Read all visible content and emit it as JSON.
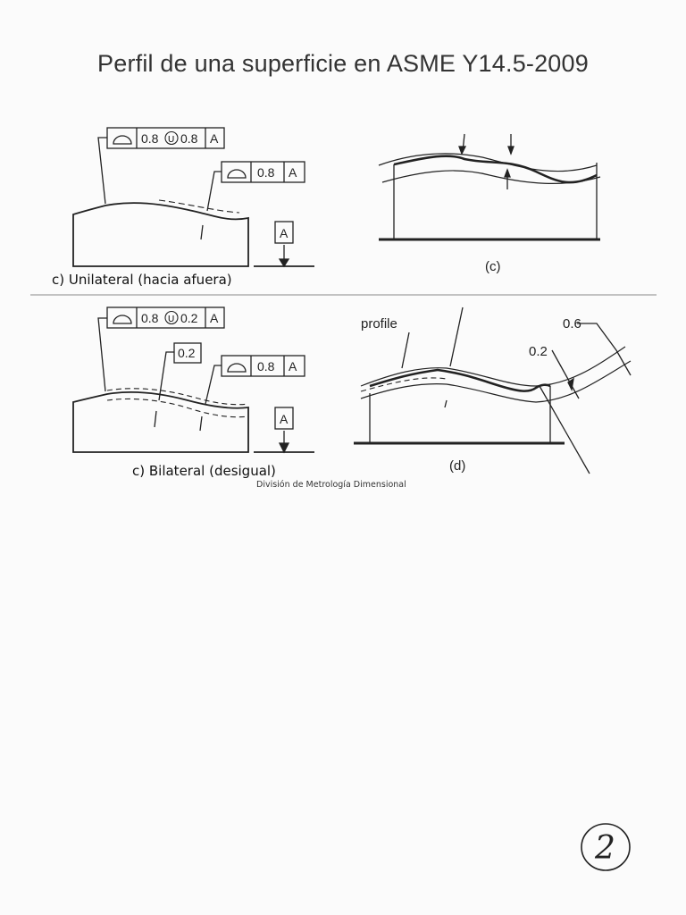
{
  "title": "Perfil de una superficie en ASME Y14.5-2009",
  "top": {
    "fcf1": {
      "tol1": "0.8",
      "modifier": "U",
      "tol2": "0.8",
      "datum": "A"
    },
    "fcf2": {
      "tol": "0.8",
      "datum": "A"
    },
    "datum_box": "A",
    "fig_label": "(c)",
    "caption": "c) Unilateral (hacia afuera)"
  },
  "bottom": {
    "fcf1": {
      "tol1": "0.8",
      "modifier": "U",
      "tol2": "0.2",
      "datum": "A"
    },
    "small_box": "0.2",
    "fcf2": {
      "tol": "0.8",
      "datum": "A"
    },
    "datum_box": "A",
    "profile_label": "profile",
    "dim_outer": "0.6",
    "dim_inner": "0.2",
    "fig_label": "(d)",
    "caption": "c) Bilateral (desigual)"
  },
  "credit": "División de Metrología Dimensional",
  "page_number": "2"
}
